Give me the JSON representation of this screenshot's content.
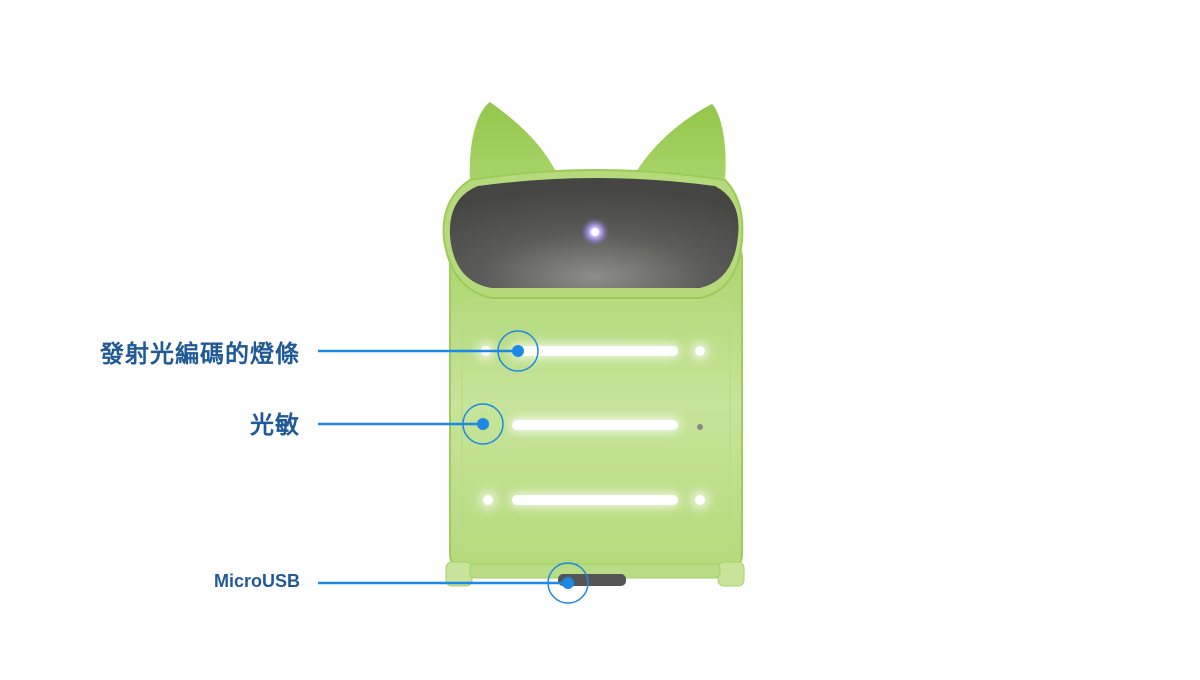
{
  "callouts": {
    "led_strip": "發射光編碼的燈條",
    "light_sensor": "光敏",
    "usb_port": "MicroUSB"
  },
  "colors": {
    "body": "#a8d46a",
    "body_edge": "#8cbf44",
    "visor": "#4b4c4a",
    "led_eye": "#b9a8ff",
    "callout": "#1e88e5",
    "label_text": "#1f5a96"
  }
}
